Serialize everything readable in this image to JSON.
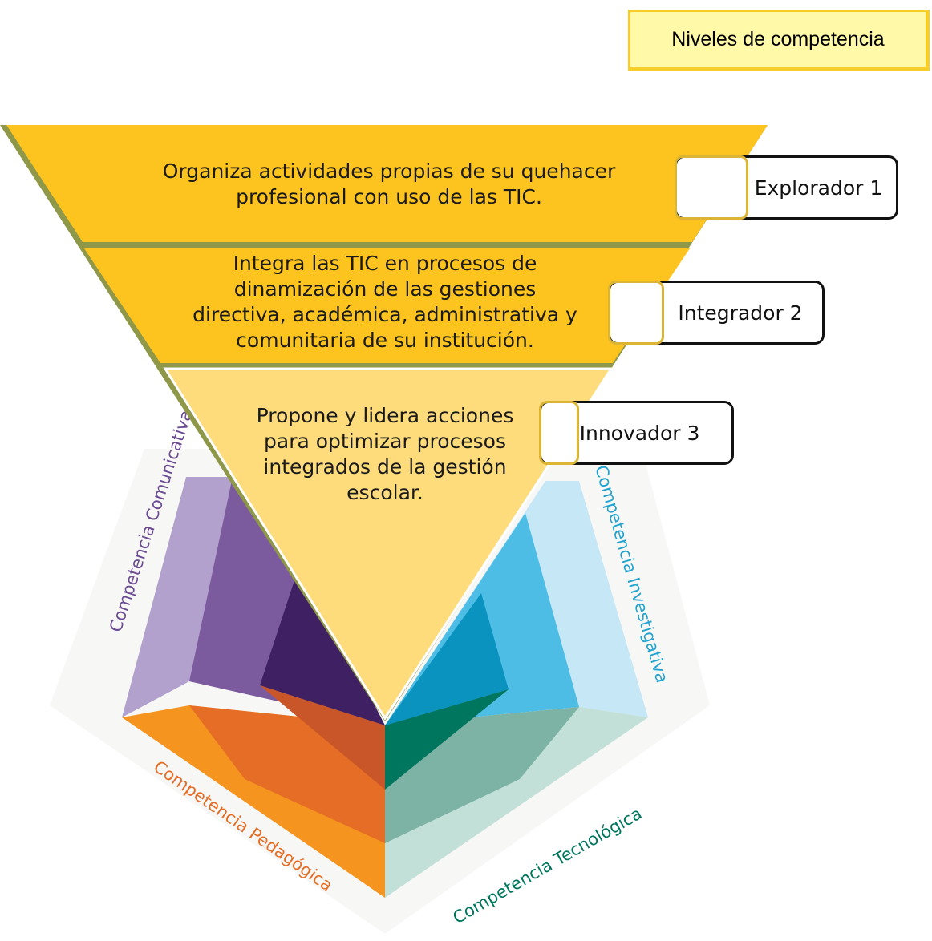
{
  "title": "Niveles de competencia",
  "levels": [
    {
      "text_lines": [
        "Organiza actividades propias de su quehacer",
        "profesional con uso de las TIC."
      ],
      "label": "Explorador 1",
      "color": "#fdc31e"
    },
    {
      "text_lines": [
        "Integra las TIC en procesos de",
        "dinamización de las gestiones",
        "directiva, académica, administrativa y",
        "comunitaria de su institución."
      ],
      "label": "Integrador 2",
      "color": "#fdc31e"
    },
    {
      "text_lines": [
        "Propone y lidera acciones",
        "para optimizar procesos",
        "integrados de la gestión",
        "escolar."
      ],
      "label": "Innovador 3",
      "color": "#fedc7c"
    }
  ],
  "competencies": {
    "communicative": {
      "label": "Competencia Comunicativa",
      "colors": [
        "#b3a1cd",
        "#7b5b9d",
        "#3e2063"
      ]
    },
    "investigative": {
      "label": "Competencia Investigativa",
      "colors": [
        "#c6e7f6",
        "#4dbde5",
        "#0b93bf"
      ]
    },
    "pedagogical": {
      "label": "Competencia Pedagógica",
      "colors": [
        "#f5941f",
        "#e56d26",
        "#c95628"
      ]
    },
    "technological": {
      "label": "Competencia Tecnológica",
      "colors": [
        "#c2e0d8",
        "#7db3a4",
        "#00765e"
      ]
    }
  }
}
